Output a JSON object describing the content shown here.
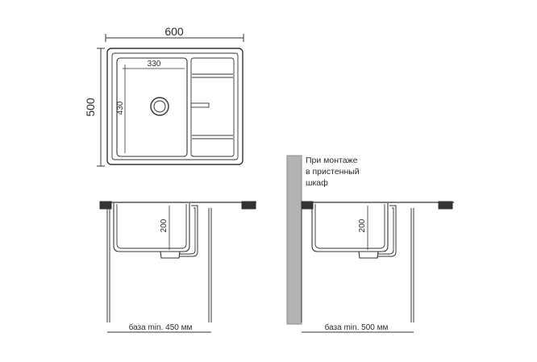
{
  "top_view": {
    "width_label": "600",
    "height_label": "500",
    "bowl_width_label": "330",
    "bowl_height_label": "430"
  },
  "side_view_left": {
    "depth_label": "200",
    "base_label": "база min. 450 мм"
  },
  "side_view_right": {
    "depth_label": "200",
    "base_label": "база min. 500 мм",
    "note_lines": [
      "При монтаже",
      "в пристенный",
      "шкаф"
    ]
  },
  "colors": {
    "line": "#333333",
    "wall_fill": "#b3b3b3",
    "text": "#2b2b2b"
  }
}
